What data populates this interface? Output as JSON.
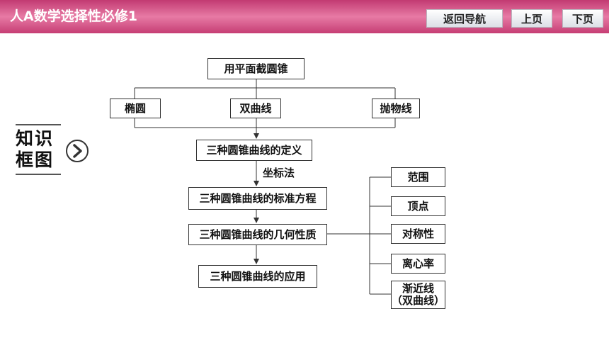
{
  "header": {
    "title": "人A数学选择性必修1",
    "nav": {
      "back": "返回导航",
      "prev": "上页",
      "next": "下页"
    }
  },
  "side_label": {
    "line1": "知识",
    "line2": "框图"
  },
  "diagram": {
    "root": "用平面截圆锥",
    "curves": [
      "椭圆",
      "双曲线",
      "抛物线"
    ],
    "definition": "三种圆锥曲线的定义",
    "method": "坐标法",
    "standard_equation": "三种圆锥曲线的标准方程",
    "geometric_properties": "三种圆锥曲线的几何性质",
    "application": "三种圆锥曲线的应用",
    "properties": [
      "范围",
      "顶点",
      "对称性",
      "离心率",
      "渐近线",
      "（双曲线）"
    ]
  }
}
